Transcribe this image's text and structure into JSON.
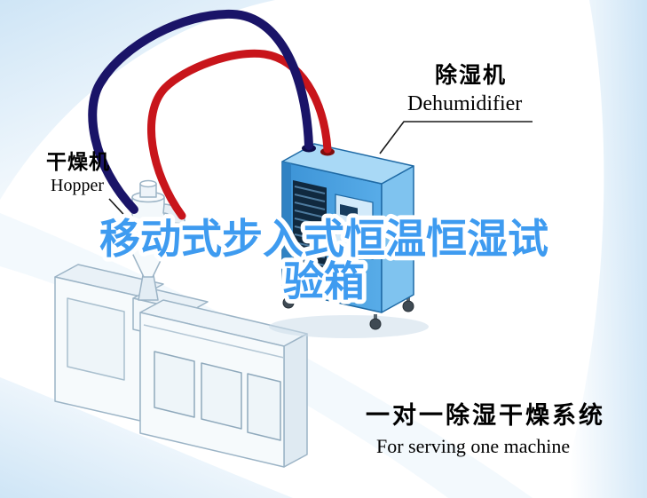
{
  "title": {
    "line1": "移动式步入式恒温恒湿试",
    "line2": "验箱",
    "color": "#3e9bf0"
  },
  "labels": {
    "dryer": {
      "cn": "干燥机",
      "en": "Hopper"
    },
    "dehumidifier": {
      "cn": "除湿机",
      "en": "Dehumidifier"
    }
  },
  "caption": {
    "cn": "一对一除湿干燥系统",
    "en": "For serving one machine"
  },
  "colors": {
    "pipe_red": "#c8151b",
    "pipe_navy": "#1a1468",
    "dehumidifier_side": "#7fc3ef",
    "background_sweep": "#c9e2f5"
  },
  "illustrations": {
    "dehumidifier": "dehumidifier-unit",
    "dryer": "hopper-dryer-unit",
    "machine": "molding-machine",
    "hoses": [
      "red-air-hose",
      "navy-air-hose"
    ]
  }
}
